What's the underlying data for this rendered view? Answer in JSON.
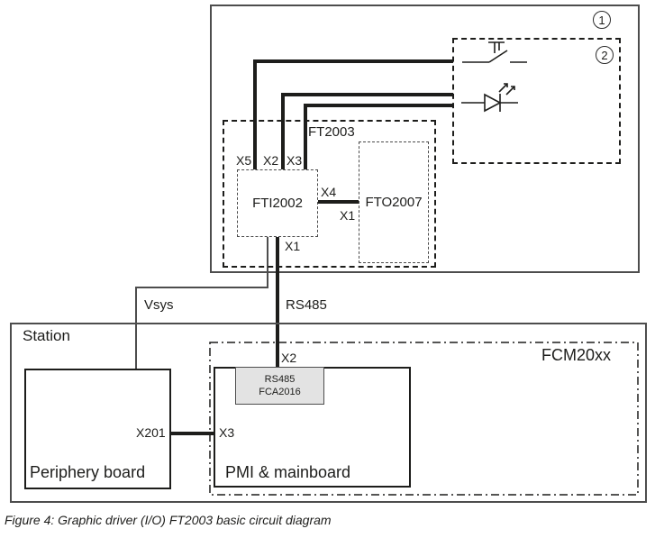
{
  "colors": {
    "line_black": "#1d1d1b",
    "outer_border_gray": "#4d4d4d",
    "comm_module_fill": "#e3e3e3"
  },
  "top_section": {
    "callout_1": "1",
    "external_device_box": {
      "callout_2": "2",
      "icons": [
        "push-button-switch-icon",
        "led-icon"
      ]
    },
    "ft2003": {
      "label": "FT2003",
      "fti2002_label": "FTI2002",
      "fto2007_label": "FTO2007"
    },
    "connectors": {
      "x5": "X5",
      "x2": "X2",
      "x3": "X3",
      "x4": "X4",
      "x1_fto": "X1",
      "x1_fti": "X1"
    }
  },
  "links": {
    "vsys": "Vsys",
    "rs485": "RS485"
  },
  "station": {
    "label": "Station",
    "fcm_label": "FCM20xx",
    "periphery_board": {
      "label": "Periphery board",
      "x201": "X201"
    },
    "pmi_mainboard": {
      "label": "PMI & mainboard",
      "x3": "X3",
      "x2": "X2",
      "comm_module": {
        "line1": "RS485",
        "line2": "FCA2016"
      }
    }
  },
  "caption": "Figure 4: Graphic driver (I/O) FT2003 basic circuit diagram"
}
